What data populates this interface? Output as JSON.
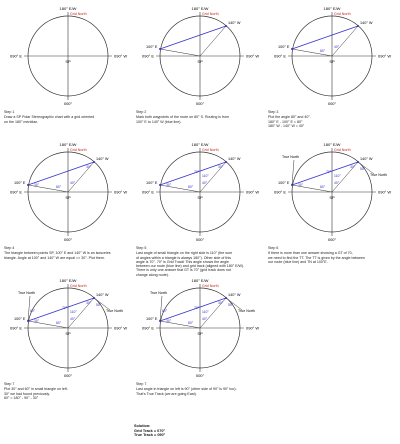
{
  "labels": {
    "top": "180° E/W",
    "grid_north": "Grid North",
    "true_north": "True North",
    "right": "090° W",
    "left": "090° E",
    "bottom": "000°",
    "sp": "SP",
    "pt_a": "100° E",
    "pt_b": "140° W",
    "ang_80": "80°",
    "ang_40": "40°",
    "ang_30": "30°",
    "ang_110": "110°",
    "ang_70": "70°",
    "ang_50": "50°",
    "ang_60": "60°"
  },
  "colors": {
    "circle": "#333333",
    "route": "#3333cc",
    "grid_north": "#cc2222",
    "text": "#222222"
  },
  "panels": [
    {
      "title": "Step 1",
      "lines": [
        "Draw a SP Polar Stereographic chart with a grid oriented",
        "on the 180° meridian."
      ]
    },
    {
      "title": "Step 2",
      "lines": [
        "Mark both waypoints of the route on 80° S. Routing is from",
        "100° E to 140° W (blue line)."
      ]
    },
    {
      "title": "Step 3",
      "lines": [
        "Plot the angle 80° and 40°.",
        "180° E - 100° E = 80°",
        "180° W - 140° W = 40°"
      ]
    },
    {
      "title": "Step 4",
      "lines": [
        "The triangle between points SP, 100° E and 140° W is an isosceles",
        "triangle. Angle at 100° and 140° W are equal => 30°. Plot them."
      ]
    },
    {
      "title": "Step 5",
      "lines": [
        "Last angle of small triangle on the right side is 110° (the sum",
        "of angles within a triangle is always 180°). Other side of this",
        "angle is 70°. 70° is Grid Track! This angle shows the angle",
        "between our route (blue line) and grid track (aligned with 180° E/W).",
        "There is only one answer that GT is 70° (grid track does not",
        "change along route)."
      ]
    },
    {
      "title": "Step 6",
      "lines": [
        "If there is more than one answer showing a GT of 70,",
        "we need to find the TT. The TT is given by the angle between",
        "our route (blue line) and TN at 100°E."
      ]
    },
    {
      "title": "Step 7",
      "lines": [
        "Plot 30° and 60° in small triangle on left.",
        "30° we had found previously.",
        "60° = 180° - 90° - 30°"
      ]
    },
    {
      "title": "Step 7",
      "lines": [
        "Last angle in triangle on left is 90° (other side of 90° is 90° too).",
        "That's True Track (we are going East)."
      ]
    }
  ],
  "solution": {
    "title": "Solution:",
    "line1": "Grid Track = 070°",
    "line2": "True Track = 090°"
  }
}
